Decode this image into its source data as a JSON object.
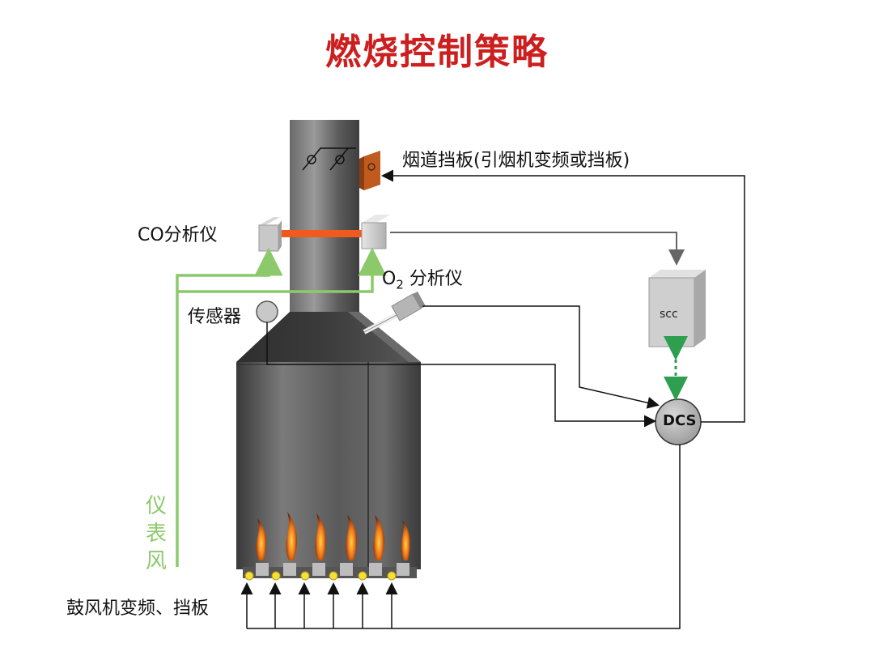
{
  "title": "燃烧控制策略",
  "labels": {
    "flue_damper": "烟道挡板(引烟机变频或挡板)",
    "co_analyzer": "CO分析仪",
    "o2_analyzer_main": "O",
    "o2_analyzer_sub": "2",
    "o2_analyzer_tail": " 分析仪",
    "sensor": "传感器",
    "scc": "scc",
    "dcs": "DCS",
    "instrument_air": [
      "仪",
      "表",
      "风"
    ],
    "blower": "鼓风机变频、挡板"
  },
  "colors": {
    "title": "#cc1f1f",
    "instrument_air": "#8cc96b",
    "scc_link": "#2e9e4f",
    "damper": "#c05a1e",
    "beam": "#f05a1e",
    "furnace_dark": "#4a4a4a"
  }
}
